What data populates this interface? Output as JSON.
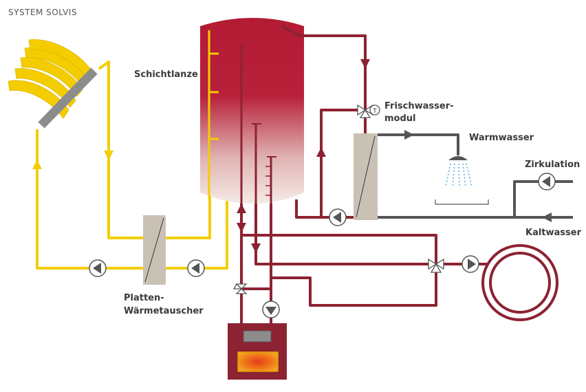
{
  "title": "SYSTEM SOLVIS",
  "labels": {
    "schichtlanze": "Schichtlanze",
    "frischwasser_line1": "Frischwasser-",
    "frischwasser_line2": "modul",
    "warmwasser": "Warmwasser",
    "zirkulation": "Zirkulation",
    "kaltwasser": "Kaltwasser",
    "platten_line1": "Platten-",
    "platten_line2": "Wärmetauscher",
    "sensor_t": "T"
  },
  "icons": [
    "solar-collector-icon",
    "storage-tank-icon",
    "heat-exchanger-icon",
    "pump-icon",
    "valve-icon",
    "shower-icon",
    "boiler-icon",
    "radiator-icon"
  ],
  "colors": {
    "solar_loop": "#f4cd00",
    "heating_loop": "#8d2233",
    "water_loop": "#555555",
    "tank_top": "#b31b34",
    "tank_bottom": "#f3e8e3",
    "exchanger": "#c9c2b4",
    "shower_water": "#5ab1da"
  }
}
